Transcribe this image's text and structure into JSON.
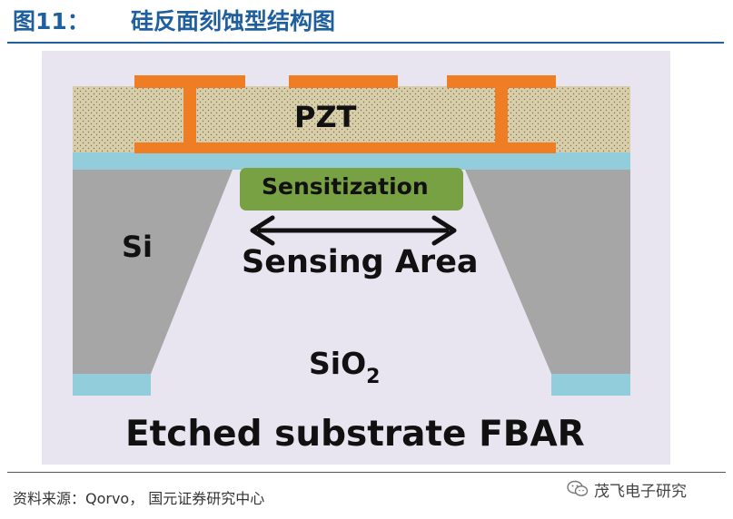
{
  "header": {
    "figure_number": "图11：",
    "title": "硅反面刻蚀型结构图"
  },
  "diagram": {
    "pzt_label": "PZT",
    "sensitization_label": "Sensitization",
    "si_label": "Si",
    "sensing_area_label": "Sensing Area",
    "sio2_label": "SiO",
    "sio2_subscript": "2",
    "caption": "Etched substrate FBAR",
    "colors": {
      "background": "#e8e4f0",
      "pzt_fill": "#d9ceaa",
      "electrode": "#ee7d24",
      "sio2_layer": "#92cddc",
      "silicon": "#a6a6a6",
      "sensitization": "#77a143"
    }
  },
  "footer": {
    "source": "资料来源：Qorvo， 国元证券研究中心",
    "watermark": "茂飞电子研究"
  }
}
